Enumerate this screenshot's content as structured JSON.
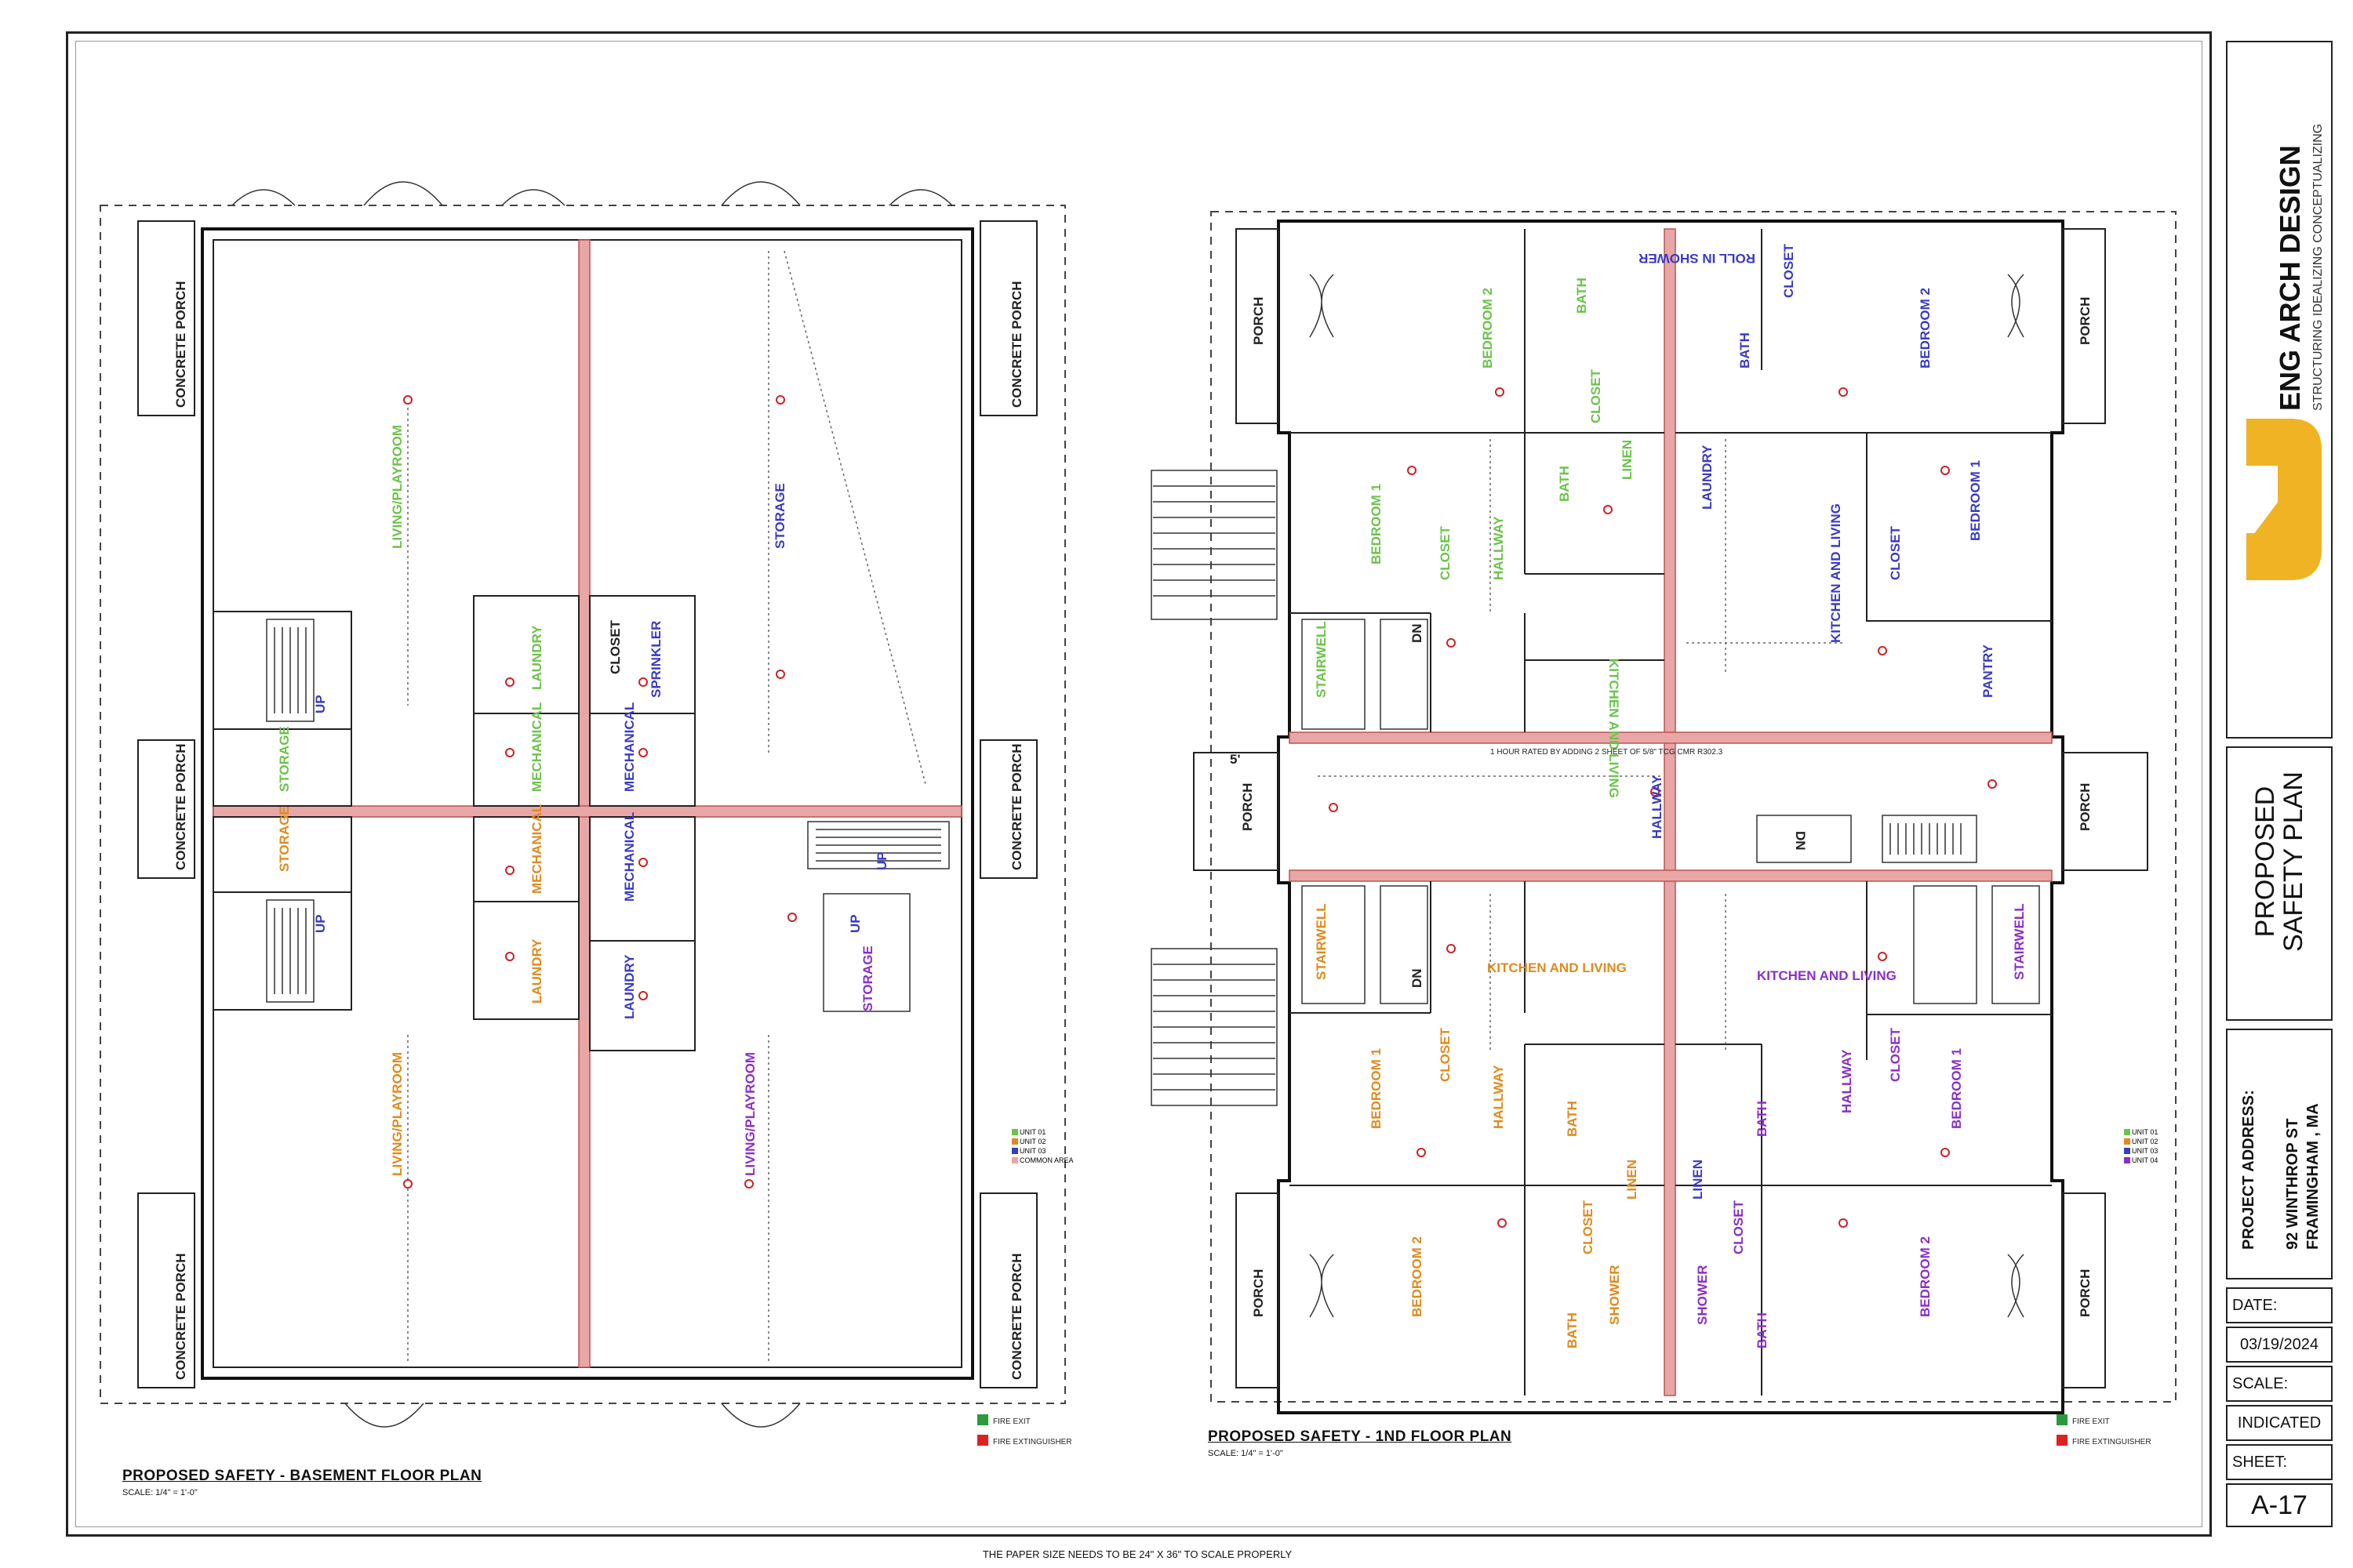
{
  "sheet": {
    "footer_note": "THE PAPER SIZE NEEDS TO BE 24\" X 36\" TO SCALE PROPERLY"
  },
  "title_block": {
    "company": "ENG ARCH DESIGN",
    "tagline": "STRUCTURING IDEALIZING CONCEPTUALIZING",
    "sheet_title": "PROPOSED SAFETY PLAN",
    "project_label": "PROJECT ADDRESS:",
    "address_line1": "92 WINTHROP ST",
    "address_line2": "FRAMINGHAM , MA",
    "date_label": "DATE:",
    "date_value": "03/19/2024",
    "scale_label": "SCALE:",
    "scale_value": "INDICATED",
    "sheet_label": "SHEET:",
    "sheet_value": "A-17",
    "logo_color": "#f0b323"
  },
  "basement_plan": {
    "title": "PROPOSED SAFETY - BASEMENT FLOOR PLAN",
    "scale": "SCALE: 1/4\" = 1'-0\"",
    "labels": {
      "concrete_porch": "CONCRETE PORCH",
      "living_playroom": "LIVING/PLAYROOM",
      "storage": "STORAGE",
      "laundry": "LAUNDRY",
      "mechanical": "MECHANICAL",
      "closet": "CLOSET",
      "sprinkler": "SPRINKLER",
      "up": "UP",
      "common_storage": "STORAGE"
    },
    "legend": [
      "UNIT 01",
      "UNIT 02",
      "UNIT 03",
      "COMMON AREA"
    ]
  },
  "first_floor_plan": {
    "title": "PROPOSED SAFETY - 1ND FLOOR PLAN",
    "scale": "SCALE: 1/4\" = 1'-0\"",
    "labels": {
      "porch": "PORCH",
      "bedroom_1": "BEDROOM 1",
      "bedroom_2": "BEDROOM 2",
      "closet": "CLOSET",
      "bath": "BATH",
      "linen": "LINEN",
      "laundry": "LAUNDRY",
      "hallway": "HALLWAY",
      "stairwell": "STAIRWELL",
      "kitchen_living": "KITCHEN AND LIVING",
      "pantry": "PANTRY",
      "shower": "SHOWER",
      "roll_in_shower": "ROLL IN SHOWER",
      "dn": "DN",
      "rated_note": "1 HOUR RATED BY ADDING 2 SHEET OF 5/8\" TCG CMR R302.3",
      "dim_5": "5'"
    },
    "legend": [
      "UNIT 01",
      "UNIT 02",
      "UNIT 03",
      "UNIT 04"
    ]
  },
  "safety_legend": {
    "fire_exit": "FIRE EXIT",
    "fire_extinguisher": "FIRE EXTINGUISHER"
  },
  "colors": {
    "unit1": "#6bc34a",
    "unit2": "#e08a1c",
    "unit3": "#3a3ac4",
    "unit4": "#8a2fc9",
    "rated_wall": "#e8a6a6"
  }
}
